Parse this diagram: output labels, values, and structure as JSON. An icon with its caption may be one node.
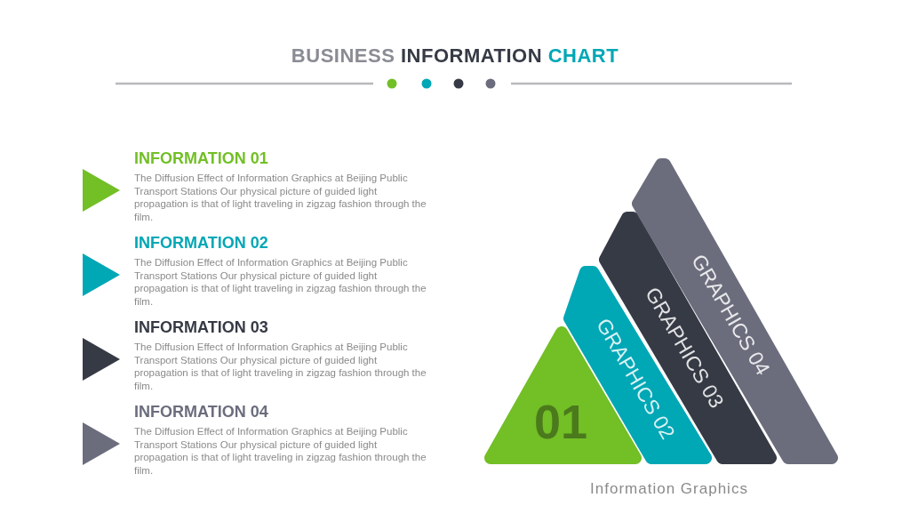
{
  "diagram": {
    "title": "BUSINESS INFORMATION CHART",
    "nodes": [
      {
        "text": [
          "INFORMATION 01",
          "The Diffusion Effect of Information Graphics at Beijing Public Transport Stations Our physical picture of guided light propagation is that of light traveling in zigzag fashion through the film."
        ]
      },
      {
        "text": [
          "INFORMATION 02",
          "The Diffusion Effect of Information Graphics at Beijing Public Transport Stations Our physical picture of guided light propagation is that of light traveling in zigzag fashion through the film."
        ]
      },
      {
        "text": [
          "INFORMATION 03",
          "The Diffusion Effect of Information Graphics at Beijing Public Transport Stations Our physical picture of guided light propagation is that of light traveling in zigzag fashion through the film."
        ]
      },
      {
        "text": [
          "INFORMATION 04",
          "The Diffusion Effect of Information Graphics at Beijing Public Transport Stations Our physical picture of guided light propagation is that of light traveling in zigzag fashion through the film."
        ]
      },
      {
        "text": [
          "01"
        ]
      },
      {
        "text": [
          "GRAPHICS 02"
        ]
      },
      {
        "text": [
          "GRAPHICS 03"
        ]
      },
      {
        "text": [
          "GRAPHICS 04"
        ]
      }
    ],
    "edges": [],
    "caption": "Information Graphics"
  }
}
